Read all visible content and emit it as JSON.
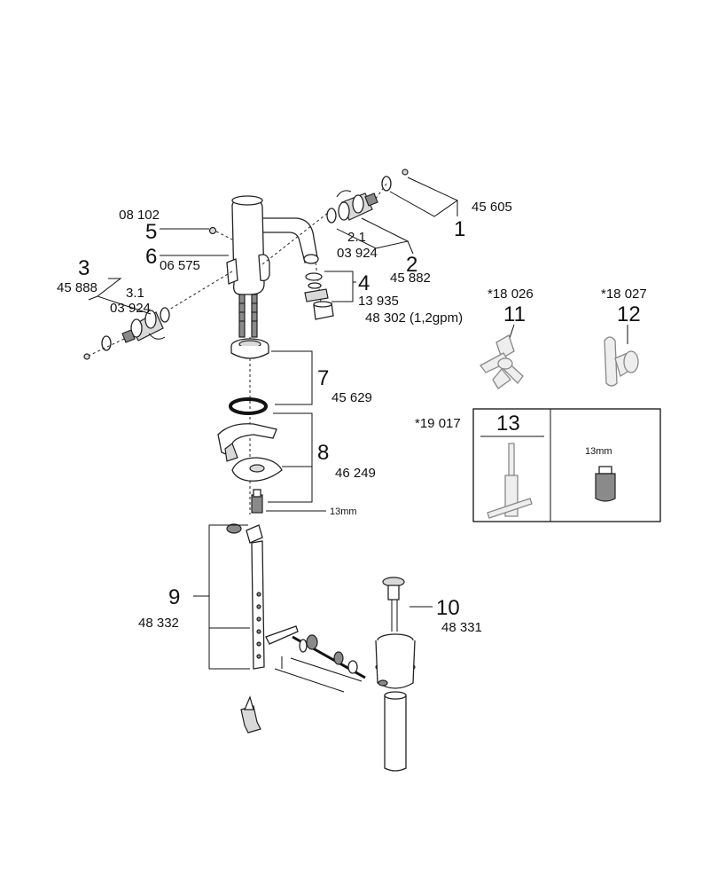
{
  "callouts": [
    {
      "id": "1",
      "number": "1",
      "codes": [
        "45 605"
      ]
    },
    {
      "id": "2",
      "number": "2",
      "codes": [
        "45 882"
      ]
    },
    {
      "id": "2_1",
      "number": "2.1",
      "codes": [
        "03 924"
      ]
    },
    {
      "id": "3",
      "number": "3",
      "codes": [
        "45 888"
      ]
    },
    {
      "id": "3_1",
      "number": "3.1",
      "codes": [
        "03 924"
      ]
    },
    {
      "id": "4",
      "number": "4",
      "codes": [
        "13 935",
        "48 302 (1,2gpm)"
      ]
    },
    {
      "id": "5",
      "number": "5",
      "codes": [
        "08 102"
      ]
    },
    {
      "id": "6",
      "number": "6",
      "codes": [
        "06 575"
      ]
    },
    {
      "id": "7",
      "number": "7",
      "codes": [
        "45 629"
      ]
    },
    {
      "id": "8",
      "number": "8",
      "codes": [
        "46 249"
      ],
      "note": "13mm"
    },
    {
      "id": "9",
      "number": "9",
      "codes": [
        "48 332"
      ]
    },
    {
      "id": "10",
      "number": "10",
      "codes": [
        "48 331"
      ]
    },
    {
      "id": "11",
      "number": "11",
      "codes": [
        "*18 026"
      ]
    },
    {
      "id": "12",
      "number": "12",
      "codes": [
        "*18 027"
      ]
    },
    {
      "id": "13",
      "number": "13",
      "codes": [
        "*19 017"
      ],
      "note": "13mm"
    }
  ]
}
